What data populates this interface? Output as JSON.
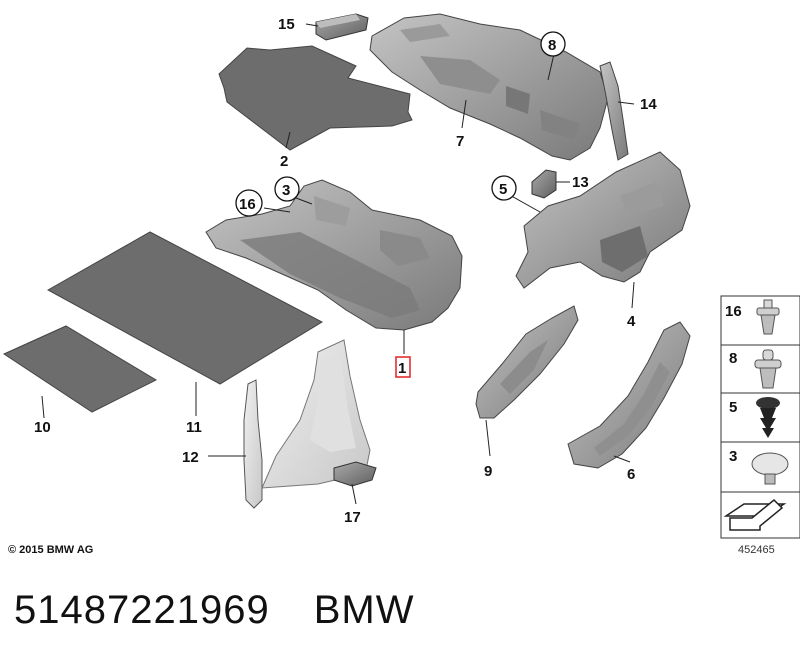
{
  "diagram": {
    "callouts": {
      "c1": "1",
      "c2": "2",
      "c3": "3",
      "c4": "4",
      "c5": "5",
      "c6": "6",
      "c7": "7",
      "c8": "8",
      "c9": "9",
      "c10": "10",
      "c11": "11",
      "c12": "12",
      "c13": "13",
      "c14": "14",
      "c15": "15",
      "c16": "16",
      "c17": "17"
    },
    "legend": {
      "items": [
        {
          "number": "16",
          "icon": "expanding-rivet-icon"
        },
        {
          "number": "8",
          "icon": "push-rivet-icon"
        },
        {
          "number": "5",
          "icon": "fir-tree-clip-icon"
        },
        {
          "number": "3",
          "icon": "round-clip-icon"
        }
      ],
      "footer_icon": "parts-set-arrow-icon"
    },
    "copyright": "© 2015 BMW AG",
    "reference_number": "452465",
    "highlight_color": "#e23030"
  },
  "footer": {
    "part_number": "51487221969",
    "brand": "BMW"
  }
}
